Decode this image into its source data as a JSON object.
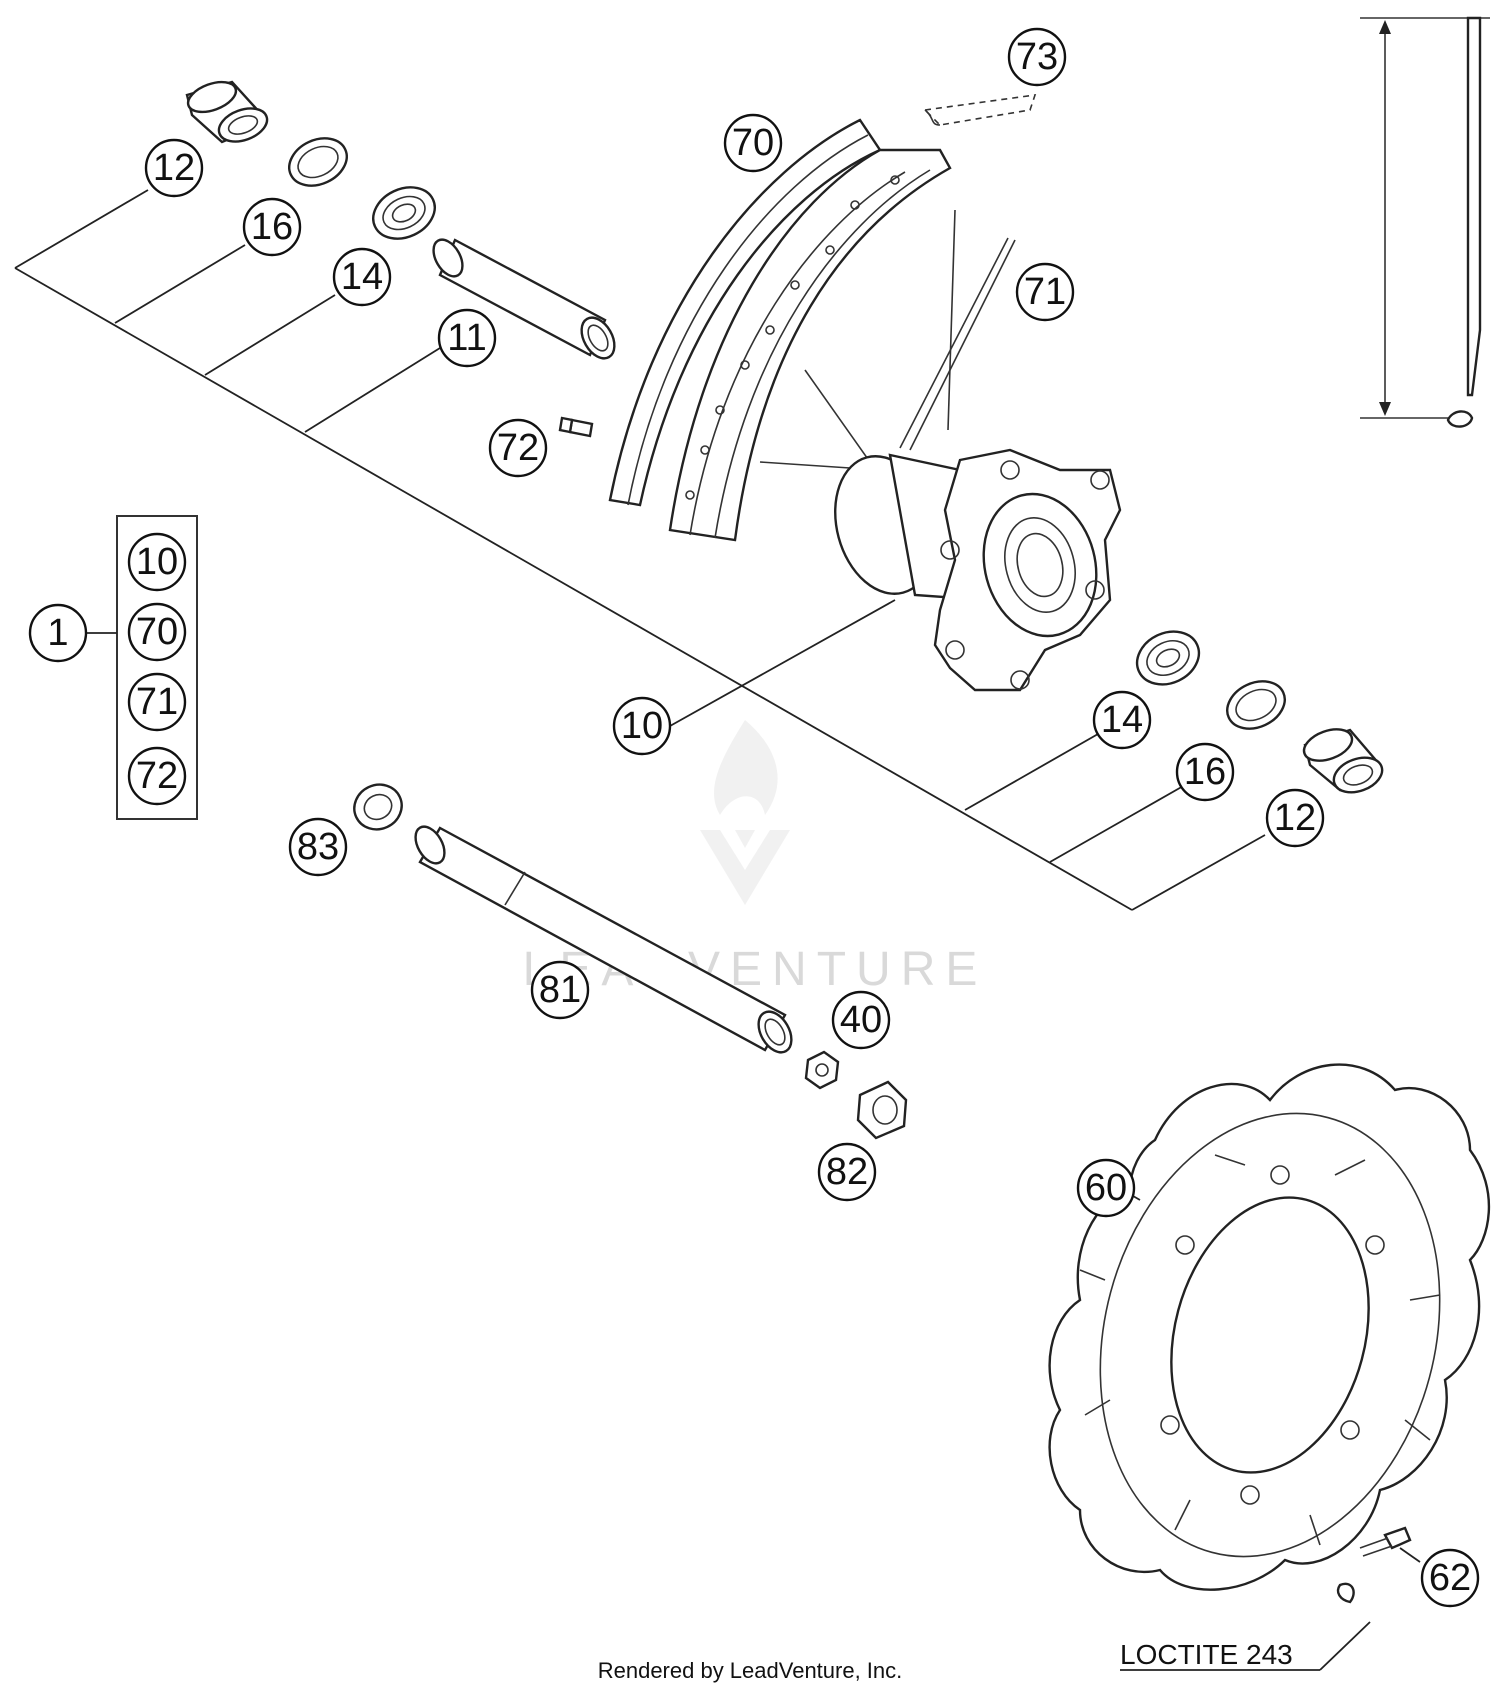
{
  "callouts": {
    "c1": "1",
    "c10a": "10",
    "c10b": "10",
    "c11": "11",
    "c12a": "12",
    "c12b": "12",
    "c14a": "14",
    "c14b": "14",
    "c16a": "16",
    "c16b": "16",
    "c40": "40",
    "c60": "60",
    "c62": "62",
    "c70a": "70",
    "c70b": "70",
    "c71a": "71",
    "c71b": "71",
    "c72a": "72",
    "c72b": "72",
    "c73": "73",
    "c81": "81",
    "c82": "82",
    "c83": "83"
  },
  "note": {
    "loctite": "LOCTITE 243"
  },
  "watermark": {
    "brand": "LEADVENTURE"
  },
  "footer": {
    "credit": "Rendered by LeadVenture, Inc."
  },
  "colors": {
    "line": "#222222",
    "watermark": "#d9d9d9",
    "background": "#ffffff"
  }
}
